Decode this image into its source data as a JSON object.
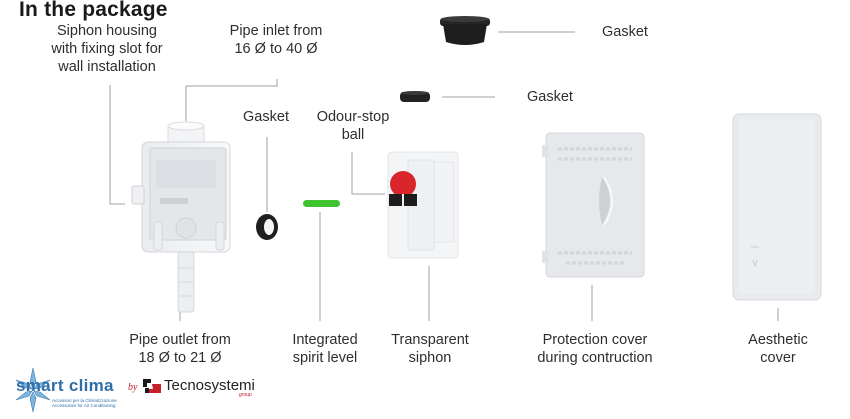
{
  "title": "In the package",
  "labels": {
    "siphon_housing": [
      "Siphon housing",
      "with fixing slot for",
      "wall installation"
    ],
    "pipe_inlet": [
      "Pipe inlet from",
      "16 Ø to 40 Ø"
    ],
    "gasket_small": [
      "Gasket"
    ],
    "odour_stop": [
      "Odour-stop",
      "ball"
    ],
    "gasket_top": "Gasket",
    "gasket_mid": "Gasket",
    "pipe_outlet": [
      "Pipe outlet from",
      "18 Ø to 21 Ø"
    ],
    "spirit_level": [
      "Integrated",
      "spirit level"
    ],
    "transparent_siphon": [
      "Transparent",
      "siphon"
    ],
    "protection_cover": [
      "Protection cover",
      "during contruction"
    ],
    "aesthetic_cover": [
      "Aesthetic",
      "cover"
    ]
  },
  "logos": {
    "smart_clima": {
      "name_a": "smart",
      "name_b": "clima",
      "tag1": "Accessori per la Climatizzazione",
      "tag2": "Accessories for Air Conditioning"
    },
    "by": "by",
    "tecnosystemi": {
      "name": "Tecnosystemi",
      "group": "group"
    }
  },
  "colors": {
    "smart_blue": "#2f6fa8",
    "spirit_green": "#3fc42f",
    "ball_red": "#d9262c",
    "tecno_red": "#c8202a"
  }
}
